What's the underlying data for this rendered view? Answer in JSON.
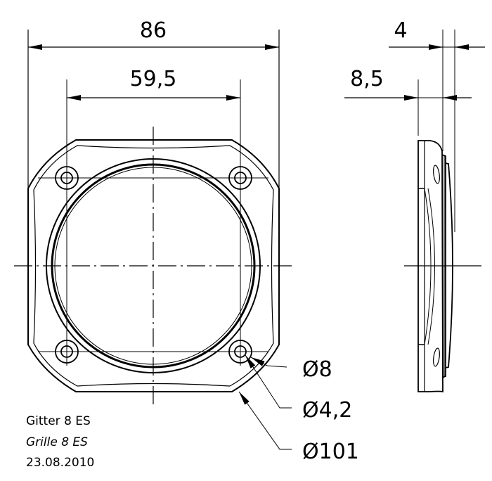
{
  "drawing": {
    "type": "technical-drawing",
    "subject": "Speaker grille front and side view",
    "line_color": "#000000",
    "background": "#ffffff"
  },
  "dimensions": {
    "overall_width": "86",
    "hole_spacing": "59,5",
    "depth_total": "8,5",
    "depth_flange": "4"
  },
  "callouts": {
    "hole_counterbore": "Ø8",
    "hole_diameter": "Ø4,2",
    "outer_diameter": "Ø101"
  },
  "title_block": {
    "name_de": "Gitter 8 ES",
    "name_en": "Grille 8 ES",
    "date": "23.08.2010"
  }
}
